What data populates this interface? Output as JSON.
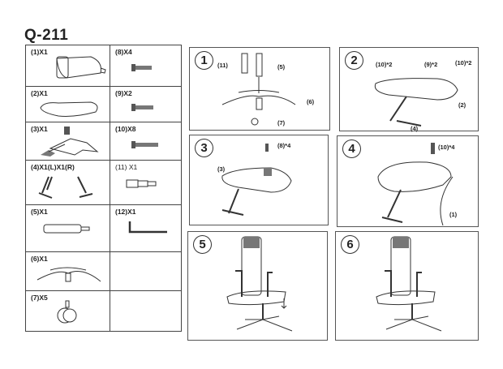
{
  "model": "Q-211",
  "parts": [
    {
      "label": "(1)X1",
      "icon": "backrest"
    },
    {
      "label": "(8)X4",
      "icon": "screw"
    },
    {
      "label": "(2)X1",
      "icon": "seat"
    },
    {
      "label": "(9)X2",
      "icon": "screw"
    },
    {
      "label": "(3)X1",
      "icon": "mechanism"
    },
    {
      "label": "(10)X8",
      "icon": "screw"
    },
    {
      "label": "(4)X1(L)X1(R)",
      "icon": "armrests"
    },
    {
      "label": "(11) X1",
      "icon": "gas-lift-cover"
    },
    {
      "label": "(5)X1",
      "icon": "gas-lift"
    },
    {
      "label": "(12)X1",
      "icon": "allen-key"
    },
    {
      "label": "(6)X1",
      "icon": "base"
    },
    {
      "label": "(7)X5",
      "icon": "caster"
    }
  ],
  "steps": [
    {
      "number": "1",
      "callouts": [
        "(11)",
        "(5)",
        "(6)",
        "(7)"
      ]
    },
    {
      "number": "2",
      "callouts": [
        "(10)*2",
        "(9)*2",
        "(10)*2",
        "(2)",
        "(4)"
      ]
    },
    {
      "number": "3",
      "callouts": [
        "(8)*4",
        "(3)"
      ]
    },
    {
      "number": "4",
      "callouts": [
        "(10)*4",
        "(1)"
      ]
    },
    {
      "number": "5",
      "callouts": []
    },
    {
      "number": "6",
      "callouts": []
    }
  ]
}
